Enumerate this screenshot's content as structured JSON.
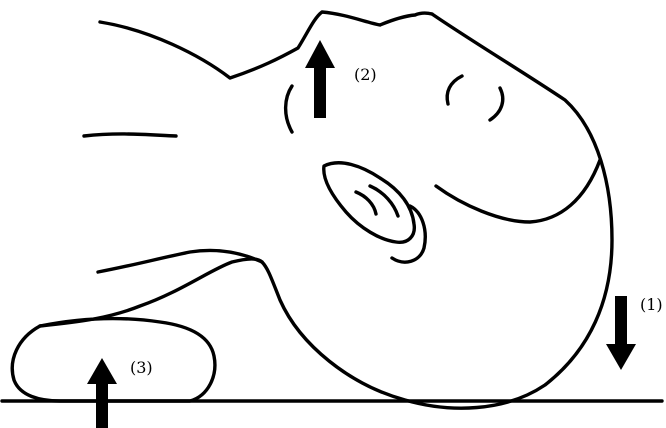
{
  "labels": {
    "jaw_lift": "(2)",
    "head_press": "(1)",
    "shoulder_lift": "(3)"
  },
  "colors": {
    "line": "#000000",
    "background": "#ffffff"
  }
}
